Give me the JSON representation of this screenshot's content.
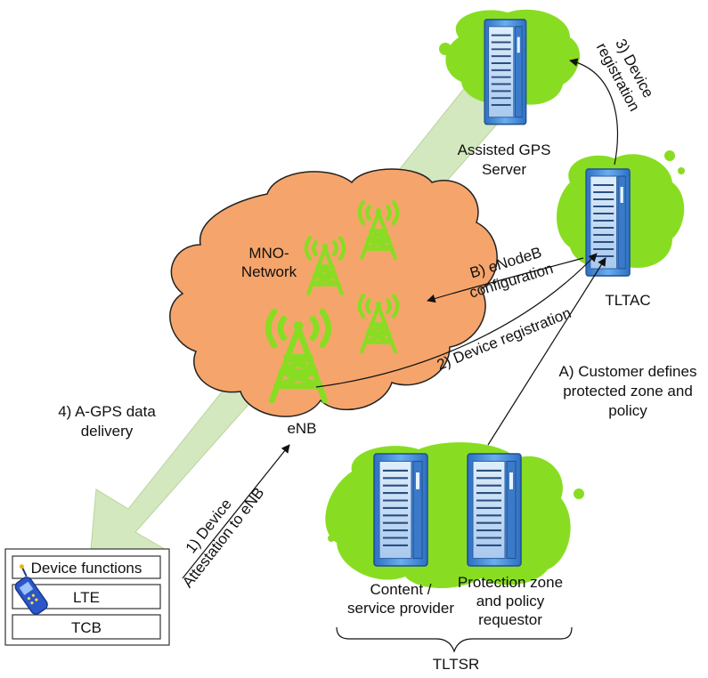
{
  "labels": {
    "agps_server_line1": "Assisted GPS",
    "agps_server_line2": "Server",
    "tltac": "TLTAC",
    "network_line1": "MNO-",
    "network_line2": "Network",
    "enb": "eNB",
    "content_line1": "Content /",
    "content_line2": "service provider",
    "protection_line1": "Protection zone",
    "protection_line2": "and policy",
    "protection_line3": "requestor",
    "tltsr": "TLTSR"
  },
  "steps": {
    "step1_line1": "1) Device",
    "step1_line2": "Attestation to eNB",
    "step2": "2) Device registration",
    "step3_line1": "3) Device",
    "step3_line2": "registration",
    "step4_line1": "4) A-GPS data",
    "step4_line2": "delivery",
    "stepA_line1": "A) Customer defines",
    "stepA_line2": "protected zone and",
    "stepA_line3": "policy",
    "stepB_line1": "B) eNodeB",
    "stepB_line2": "configuration"
  },
  "device_box": {
    "functions": "Device functions",
    "lte": "LTE",
    "tcb": "TCB"
  },
  "colors": {
    "cloud": "#f5a56b",
    "green_blob": "#88dd22",
    "tower": "#88dd22",
    "big_arrow": "#d4e8bf",
    "server_blue": "#4a8fd8",
    "device_box_fill": "#ffffff",
    "device_box_border": "#333333"
  }
}
